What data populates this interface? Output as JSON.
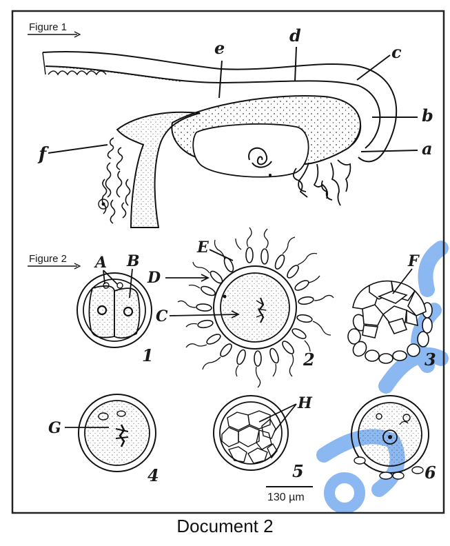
{
  "document": {
    "caption": "Document 2",
    "background": "#ffffff",
    "ink": "#1a1a1a",
    "frame_color": "#222222",
    "watermark_color": "#2f7fe8"
  },
  "figure1": {
    "title": "Figure 1",
    "labels": {
      "a": "a",
      "b": "b",
      "c": "c",
      "d": "d",
      "e": "e",
      "f": "f"
    }
  },
  "figure2": {
    "title": "Figure 2",
    "labels": {
      "A": "A",
      "B": "B",
      "C": "C",
      "D": "D",
      "E": "E",
      "F": "F",
      "G": "G",
      "H": "H"
    },
    "stage_numbers": [
      "1",
      "2",
      "3",
      "4",
      "5",
      "6"
    ],
    "scale_bar": "130 µm"
  }
}
